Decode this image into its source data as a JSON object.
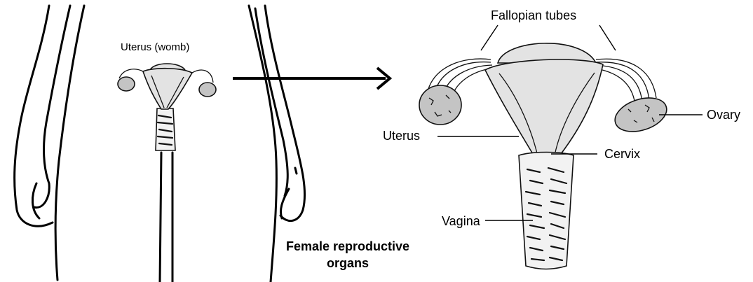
{
  "labels": {
    "small_uterus": "Uterus (womb)",
    "fallopian_tubes": "Fallopian tubes",
    "ovary": "Ovary",
    "uterus": "Uterus",
    "cervix": "Cervix",
    "vagina": "Vagina",
    "caption_line1": "Female reproductive",
    "caption_line2": "organs"
  }
}
